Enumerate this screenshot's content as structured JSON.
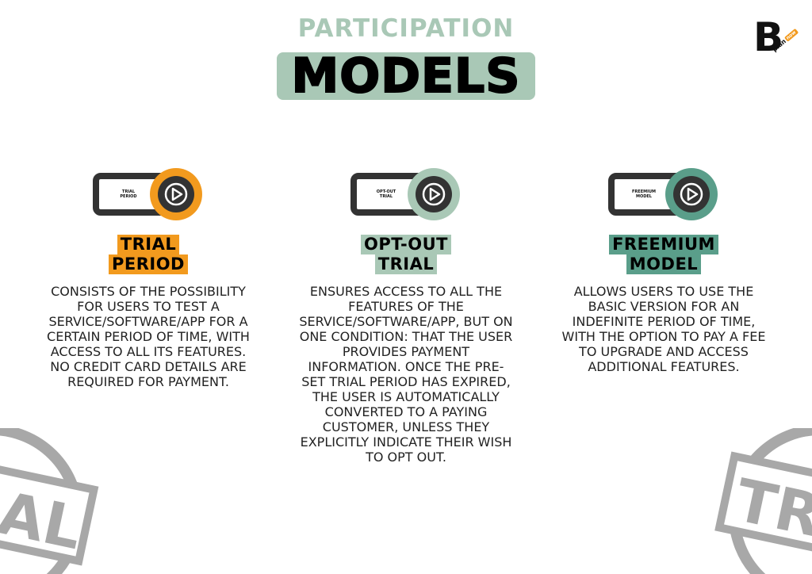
{
  "header": {
    "subtitle": "PARTICIPATION",
    "title": "MODELS"
  },
  "logo": {
    "letter": "B",
    "word": "plan",
    "tag": "now"
  },
  "columns": [
    {
      "icon_label": "TRIAL PERIOD",
      "accent": "#f29a1e",
      "title_line1": "TRIAL",
      "title_line2": "PERIOD",
      "description": "CONSISTS OF THE POSSIBILITY FOR USERS TO TEST A SERVICE/SOFTWARE/APP FOR A CERTAIN PERIOD OF TIME, WITH ACCESS TO ALL ITS FEATURES. NO CREDIT CARD DETAILS ARE REQUIRED FOR PAYMENT."
    },
    {
      "icon_label": "OPT-OUT TRIAL",
      "accent": "#a9c8b6",
      "title_line1": "OPT-OUT",
      "title_line2": "TRIAL",
      "description": "ENSURES ACCESS TO ALL THE FEATURES OF THE SERVICE/SOFTWARE/APP, BUT ON ONE CONDITION: THAT THE USER PROVIDES PAYMENT INFORMATION. ONCE THE PRE-SET TRIAL PERIOD HAS EXPIRED, THE USER IS AUTOMATICALLY CONVERTED TO A PAYING CUSTOMER, UNLESS THEY EXPLICITLY INDICATE THEIR WISH TO OPT OUT."
    },
    {
      "icon_label": "FREEMIUM MODEL",
      "accent": "#5a9e8a",
      "title_line1": "FREEMIUM",
      "title_line2": "MODEL",
      "description": "ALLOWS USERS TO USE THE BASIC VERSION FOR AN INDEFINITE PERIOD OF TIME, WITH THE OPTION TO PAY A FEE TO UPGRADE AND ACCESS ADDITIONAL FEATURES."
    }
  ],
  "stamps": {
    "left_text": "IAL",
    "right_text": "TRI"
  }
}
